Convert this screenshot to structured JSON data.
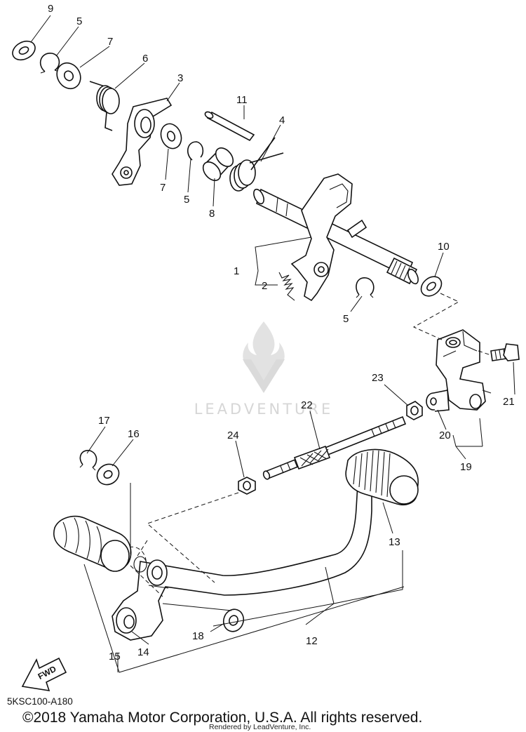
{
  "callouts": {
    "p9": "9",
    "p5a": "5",
    "p7a": "7",
    "p6": "6",
    "p3": "3",
    "p11": "11",
    "p4": "4",
    "p7b": "7",
    "p5b": "5",
    "p8": "8",
    "p1": "1",
    "p2": "2",
    "p5c": "5",
    "p10": "10",
    "p21": "21",
    "p23": "23",
    "p22": "22",
    "p20": "20",
    "p19": "19",
    "p17": "17",
    "p16": "16",
    "p24": "24",
    "p13": "13",
    "p18": "18",
    "p12": "12",
    "p15": "15",
    "p14": "14"
  },
  "fwd_label": "FWD",
  "watermark": "LEADVENTURE",
  "diagram_code": "5KSC100-A180",
  "copyright": "©2018 Yamaha Motor Corporation, U.S.A. All rights reserved.",
  "rendered_by": "Rendered by LeadVenture, Inc.",
  "colors": {
    "ink": "#111111",
    "watermark": "#d6d6d6",
    "background": "#ffffff"
  }
}
